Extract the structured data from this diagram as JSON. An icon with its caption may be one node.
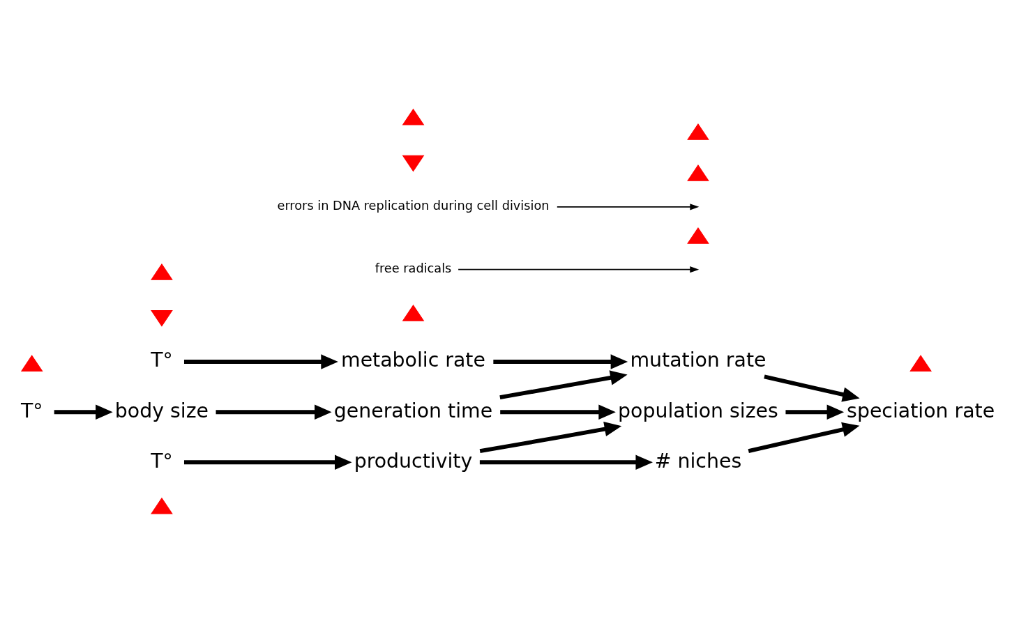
{
  "diagram": {
    "nodes": [
      {
        "text": [],
        "shape": "arrow"
      },
      {
        "text": [
          "T°"
        ]
      },
      {
        "text": [],
        "shape": "arrow"
      },
      {
        "text": [
          "metabolic rate"
        ]
      },
      {
        "text": [
          "free radicals"
        ]
      },
      {
        "text": [],
        "shape": "arrow"
      },
      {
        "text": [
          "mutation rate"
        ]
      },
      {
        "text": [
          "errors in DNA replication during cell division"
        ]
      },
      {
        "text": [],
        "shape": "arrow"
      },
      {
        "text": [
          "speciation rate"
        ]
      },
      {
        "text": [],
        "shape": "arrow"
      },
      {
        "text": [
          "T°"
        ]
      },
      {
        "text": [],
        "shape": "arrow"
      },
      {
        "text": [
          "body size"
        ]
      },
      {
        "text": [],
        "shape": "arrow"
      },
      {
        "text": [
          "generation time"
        ]
      },
      {
        "text": [],
        "shape": "arrow"
      },
      {
        "text": [
          "population sizes"
        ]
      },
      {
        "text": [],
        "shape": "arrow"
      },
      {
        "text": [
          "T°"
        ]
      },
      {
        "text": [],
        "shape": "arrow"
      },
      {
        "text": [
          "productivity"
        ]
      },
      {
        "text": [],
        "shape": "arrow"
      },
      {
        "text": [
          "# niches"
        ]
      }
    ],
    "edges": [
      {
        "from": 1,
        "to": 3,
        "arrow": "to"
      },
      {
        "from": 3,
        "to": 6,
        "arrow": "to"
      },
      {
        "from": 4,
        "to": null,
        "arrow": "to"
      },
      {
        "from": 15,
        "to": 6,
        "arrow": "to"
      },
      {
        "from": 7,
        "to": null,
        "arrow": "to"
      },
      {
        "from": 6,
        "to": 9,
        "arrow": "to"
      },
      {
        "from": 11,
        "to": 13,
        "arrow": "to"
      },
      {
        "from": 13,
        "to": 15,
        "arrow": "to"
      },
      {
        "from": 15,
        "to": 17,
        "arrow": "to"
      },
      {
        "from": 21,
        "to": 17,
        "arrow": "to"
      },
      {
        "from": 17,
        "to": 9,
        "arrow": "to"
      },
      {
        "from": 19,
        "to": 21,
        "arrow": "to"
      },
      {
        "from": 21,
        "to": 23,
        "arrow": "to"
      },
      {
        "from": 23,
        "to": 9,
        "arrow": "to"
      }
    ]
  }
}
